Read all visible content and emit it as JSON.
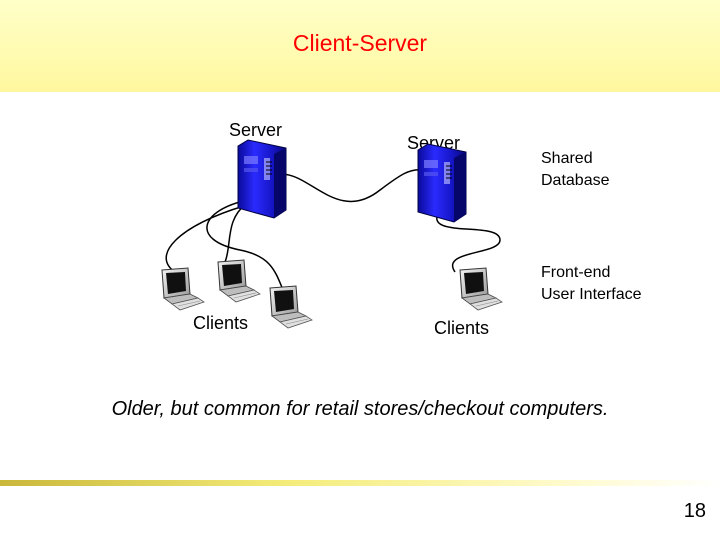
{
  "title": "Client-Server",
  "left": {
    "server_label": "Server",
    "clients_label": "Clients"
  },
  "right": {
    "server_label": "Server",
    "db_label_line1": "Shared",
    "db_label_line2": "Database",
    "client_label_line1": "Front-end",
    "client_label_line2": "User Interface",
    "clients_label": "Clients"
  },
  "caption": "Older, but common for retail stores/checkout computers.",
  "page_number": "18",
  "colors": {
    "title": "#ff0000",
    "server_body": "#1a1ad6",
    "band": "#fffbb0"
  },
  "icons": [
    "server-icon",
    "computer-icon"
  ]
}
